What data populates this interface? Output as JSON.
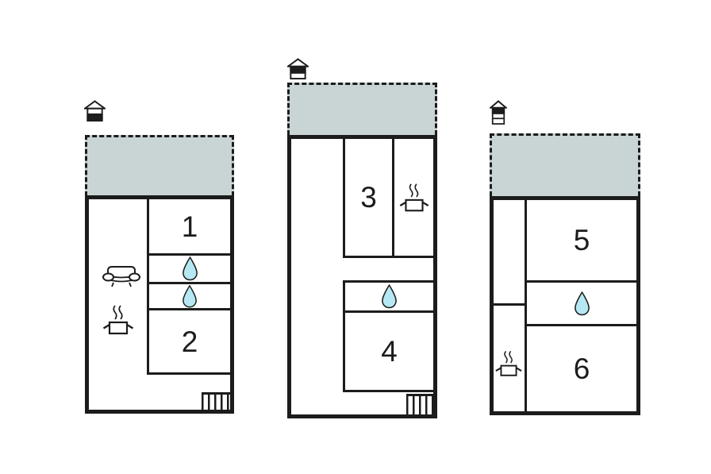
{
  "colors": {
    "wall": "#1c1c1c",
    "terrace_fill": "#c9d4d4",
    "water_drop_fill": "#b5e8f2",
    "background": "#ffffff"
  },
  "icons": {
    "level_icon_left": "house-level-icon-bottom-floor-filled",
    "level_icon_middle": "house-level-icon-top-floor-filled",
    "level_icon_right": "house-level-icon-3-storey-top-floor-filled",
    "water_drop": "water-drop-icon",
    "sofa": "sofa-icon",
    "pot": "cooking-pot-icon",
    "stairs": "stairs-icon",
    "terrace": "dashed-terrace-area"
  },
  "plans": [
    {
      "name": "plan-left",
      "rooms": [
        {
          "label": "1"
        },
        {
          "label": "2"
        }
      ],
      "features": [
        "terrace",
        "sofa",
        "cooking-pot",
        "water-drop",
        "water-drop",
        "stairs"
      ]
    },
    {
      "name": "plan-middle",
      "rooms": [
        {
          "label": "3"
        },
        {
          "label": "4"
        }
      ],
      "features": [
        "terrace",
        "cooking-pot",
        "water-drop",
        "stairs"
      ]
    },
    {
      "name": "plan-right",
      "rooms": [
        {
          "label": "5"
        },
        {
          "label": "6"
        }
      ],
      "features": [
        "terrace",
        "water-drop",
        "cooking-pot"
      ]
    }
  ]
}
